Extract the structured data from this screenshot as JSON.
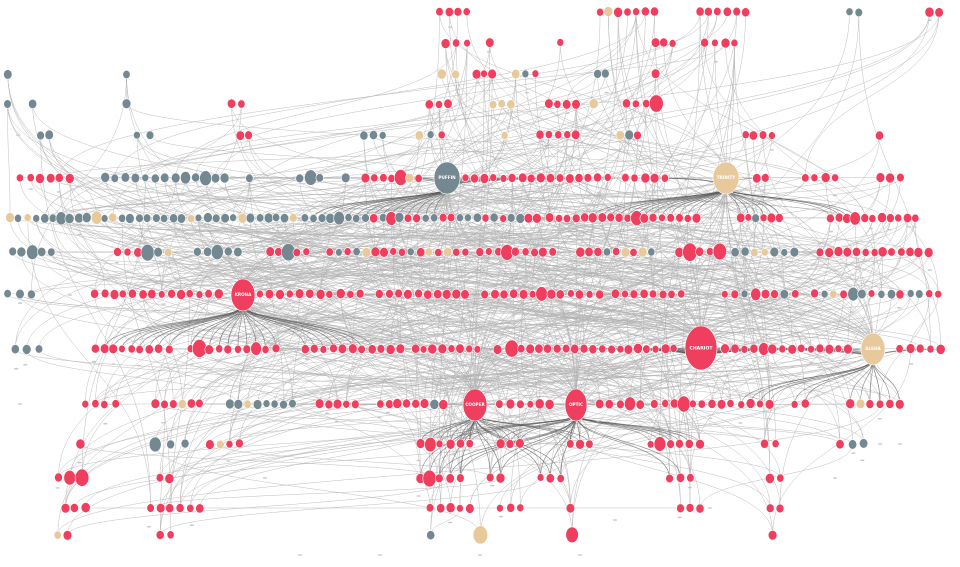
{
  "colors": {
    "primary": "#f03e5f",
    "secondary": "#748892",
    "tertiary": "#e8c99c",
    "edge": "#b3b3b3",
    "leaf": "#c9c9c9"
  },
  "hubs": [
    {
      "id": "puffin",
      "label": "PUFFIN",
      "kind": "secondary"
    },
    {
      "id": "trinity",
      "label": "TRINITY",
      "kind": "tertiary"
    },
    {
      "id": "krona",
      "label": "KRONA",
      "kind": "primary"
    },
    {
      "id": "chariot",
      "label": "CHARIOT",
      "kind": "primary"
    },
    {
      "id": "aleha",
      "label": "ALEHA",
      "kind": "tertiary"
    },
    {
      "id": "cooper",
      "label": "COOPER",
      "kind": "primary"
    },
    {
      "id": "optic",
      "label": "OPTIC",
      "kind": "primary"
    }
  ]
}
